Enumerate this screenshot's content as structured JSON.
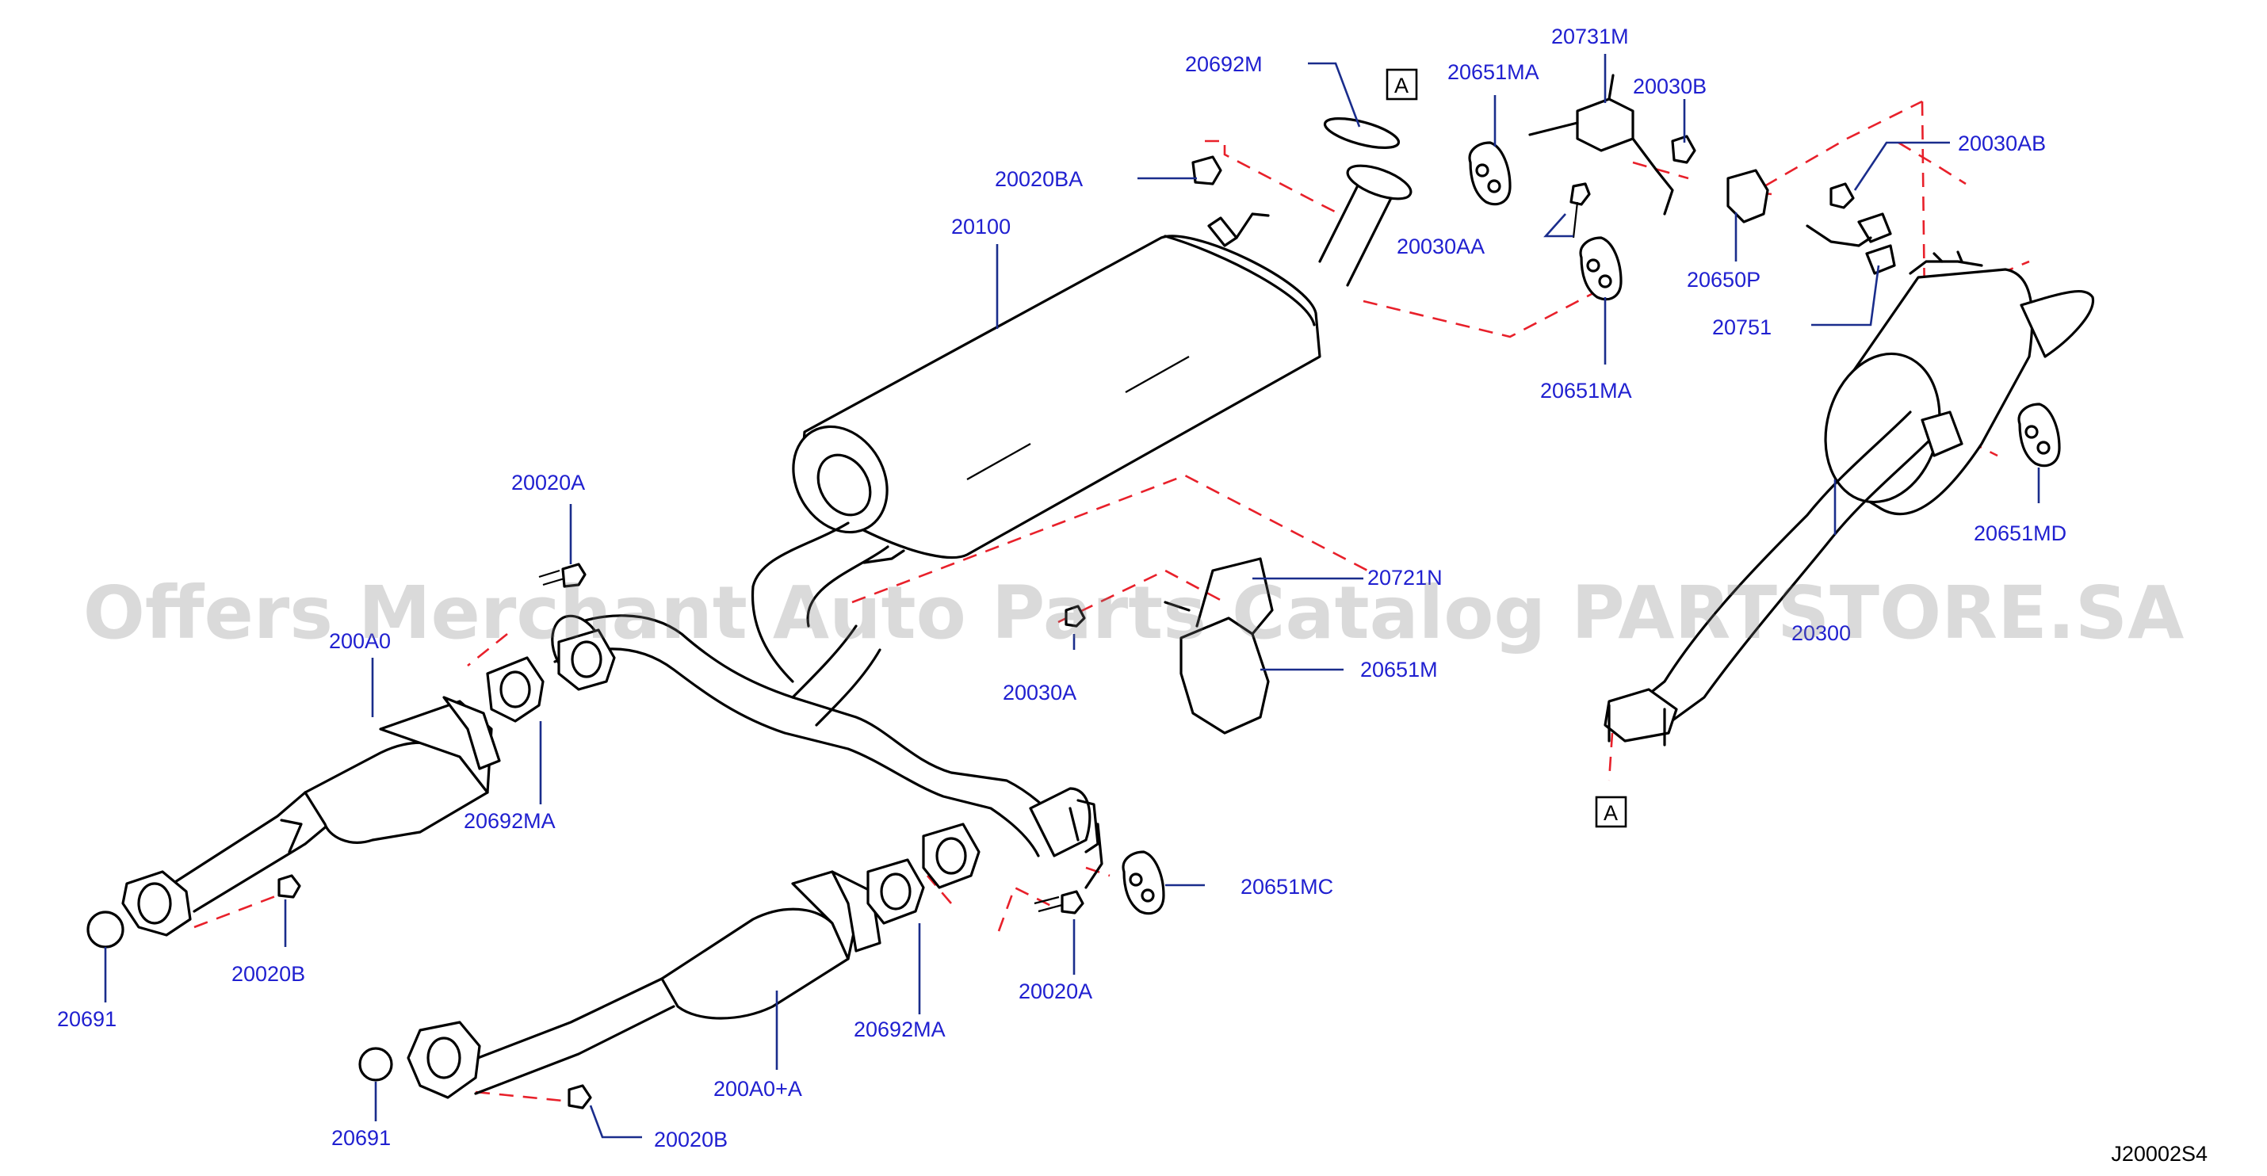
{
  "diagram_code": "J20002S4",
  "watermark": "Offers Merchant Auto Parts Catalog PARTSTORE.SA",
  "reference_marker": "A",
  "labels": {
    "p20692M": "20692M",
    "p20020BA": "20020BA",
    "p20100": "20100",
    "p20651MA_top": "20651MA",
    "p20731M": "20731M",
    "p20030B": "20030B",
    "p20030AB": "20030AB",
    "p20030AA": "20030AA",
    "p20650P": "20650P",
    "p20751": "20751",
    "p20651MA_bot": "20651MA",
    "p20651MD": "20651MD",
    "p20020A_top": "20020A",
    "p200A0": "200A0",
    "p20721N": "20721N",
    "p20030A": "20030A",
    "p20651M": "20651M",
    "p20310": "20300",
    "p20692MA_left": "20692MA",
    "p20651MC": "20651MC",
    "p20691_top": "20691",
    "p20020B_top": "20020B",
    "p20020A_bot": "20020A",
    "p20692MA_bot": "20692MA",
    "p200A0A": "200A0+A",
    "p20691_bot": "20691",
    "p20020B_bot": "20020B"
  },
  "colors": {
    "label_text": "#2020d0",
    "leader_line": "#1a2d8c",
    "dashed_guide": "#e8202a",
    "part_outline": "#000000"
  }
}
